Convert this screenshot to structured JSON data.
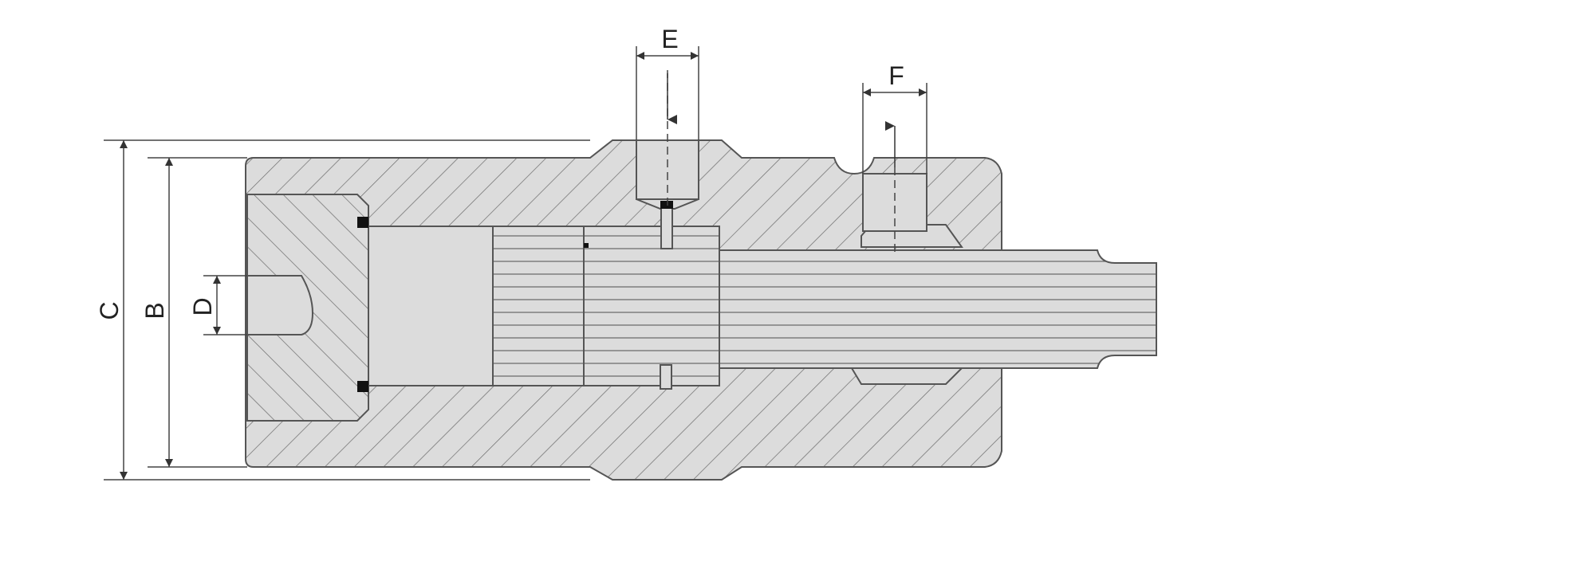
{
  "diagram": {
    "type": "hydraulic cylinder cross-section",
    "dimensions": [
      {
        "id": "C",
        "label": "C"
      },
      {
        "id": "B",
        "label": "B"
      },
      {
        "id": "D",
        "label": "D"
      },
      {
        "id": "E",
        "label": "E"
      },
      {
        "id": "F",
        "label": "F"
      }
    ],
    "colors": {
      "body_fill": "#d9d9d9",
      "hatch": "#666666",
      "outline": "#555555",
      "seal": "#111111",
      "background": "#ffffff"
    }
  }
}
